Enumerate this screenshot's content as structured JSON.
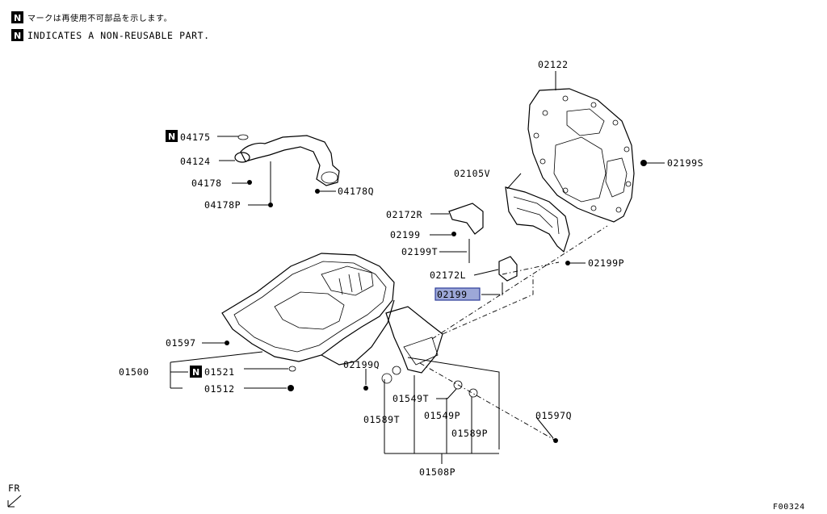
{
  "notes": {
    "line1_text": "マークは再使用不可部品を示します。",
    "line2_text": "INDICATES A NON-REUSABLE PART.",
    "n_mark": "N"
  },
  "labels": {
    "p02122": "02122",
    "p04175": "04175",
    "p04124": "04124",
    "p04178": "04178",
    "p04178P": "04178P",
    "p04178Q": "04178Q",
    "p02105V": "02105V",
    "p02199S": "02199S",
    "p02172R": "02172R",
    "p02199_a": "02199",
    "p02199T": "02199T",
    "p02199P": "02199P",
    "p02172L": "02172L",
    "p02199_hl": "02199",
    "p01597": "01597",
    "p01500": "01500",
    "p01521": "01521",
    "p01512": "01512",
    "p02199Q": "02199Q",
    "p01549T": "01549T",
    "p01589T": "01589T",
    "p01549P": "01549P",
    "p01589P": "01589P",
    "p01597Q": "01597Q",
    "p01508P": "01508P"
  },
  "footer": {
    "fr": "FR",
    "code": "F00324"
  },
  "colors": {
    "highlight": "#9da8d8",
    "line": "#000000"
  }
}
